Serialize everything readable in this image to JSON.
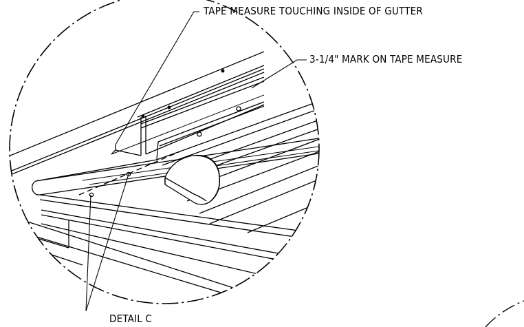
{
  "labels": {
    "tape_inside_gutter": "TAPE MEASURE TOUCHING INSIDE OF GUTTER",
    "tape_mark": "3-1/4\" MARK ON TAPE MEASURE",
    "detail": "DETAIL C"
  },
  "colors": {
    "line": "#000000",
    "background": "#ffffff"
  }
}
